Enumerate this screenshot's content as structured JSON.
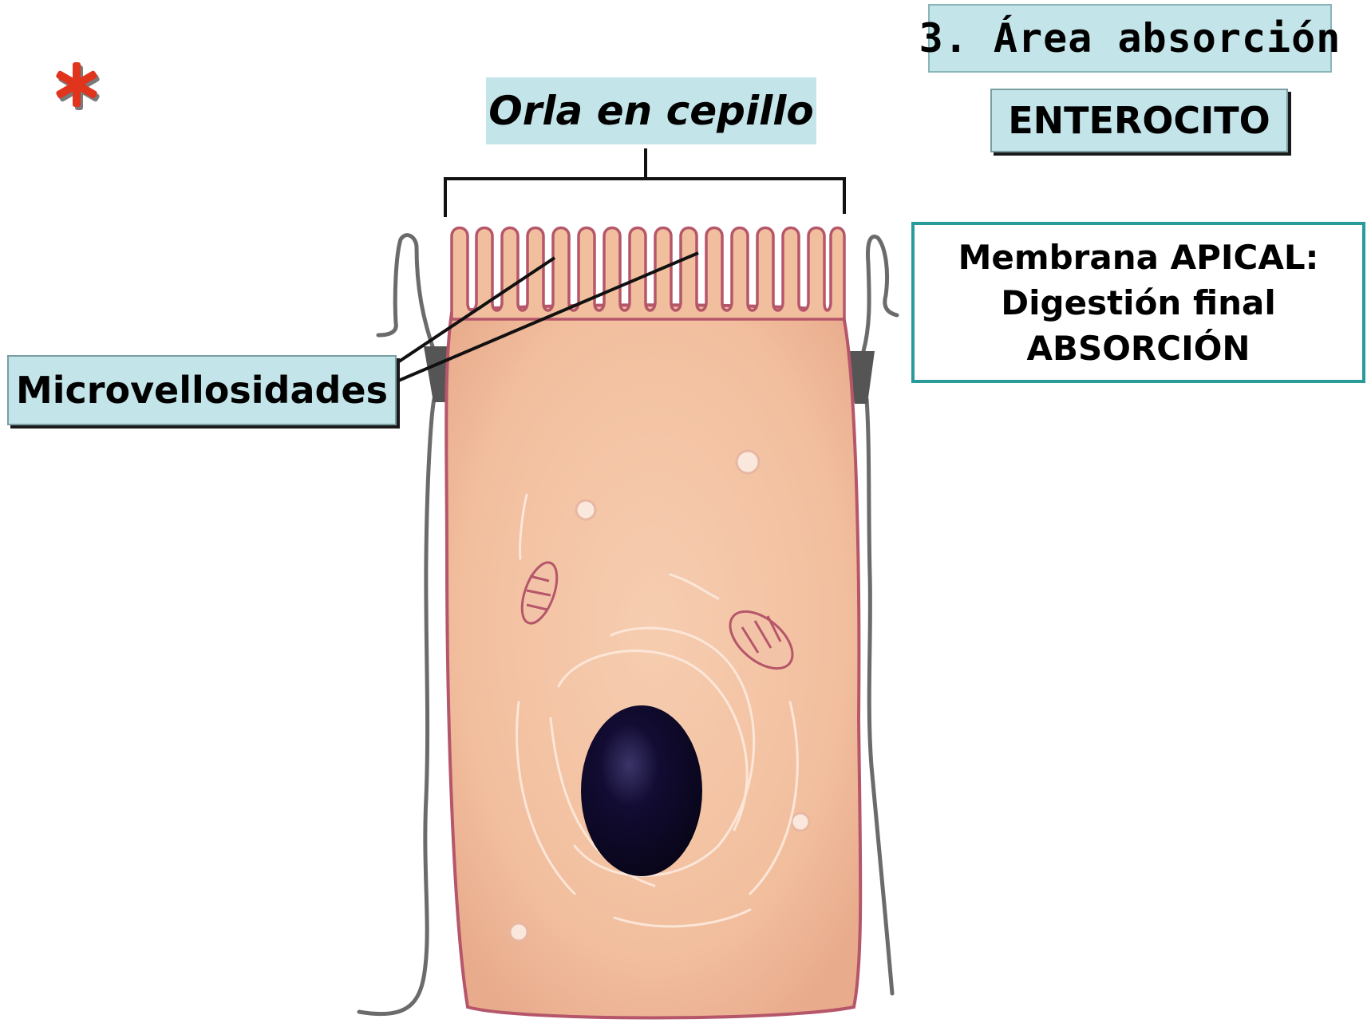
{
  "title": "3. Área absorción",
  "cell_name": "ENTEROCITO",
  "labels": {
    "brush_border": "Orla en cepillo",
    "microvilli": "Microvellosidades"
  },
  "apical_box": {
    "line1": "Membrana APICAL:",
    "line2": "Digestión final",
    "line3": "ABSORCIÓN"
  },
  "icons": {
    "star": "red-asterisk-icon"
  },
  "colors": {
    "label_fill": "#c3e4e8",
    "apical_border": "#2a9b9b",
    "cell_fill": "#f3c3a2",
    "cell_outline": "#b5566a",
    "nucleus": "#0e0a2a",
    "star": "#e0341c"
  }
}
